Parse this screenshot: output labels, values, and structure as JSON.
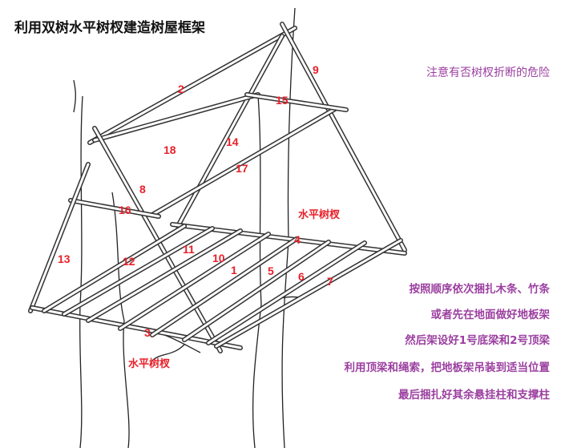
{
  "title": "利用双树水平树杈建造树屋框架",
  "notes": {
    "warning": "注意有否树杈折断的危险",
    "steps": [
      "按照顺序依次捆扎木条、竹条",
      "或者先在地面做好地板架",
      "然后架设好1号底梁和2号顶梁",
      "利用顶梁和绳索，把地板架吊装到适当位置",
      "最后捆扎好其余悬挂柱和支撑柱"
    ]
  },
  "branch_labels": [
    "水平树杈",
    "水平树杈"
  ],
  "pole_numbers": [
    "1",
    "2",
    "3",
    "4",
    "5",
    "6",
    "7",
    "8",
    "9",
    "10",
    "11",
    "12",
    "13",
    "14",
    "15",
    "16",
    "17",
    "18"
  ],
  "colors": {
    "numbers": "#e8202a",
    "notes": "#9b3fa0"
  }
}
